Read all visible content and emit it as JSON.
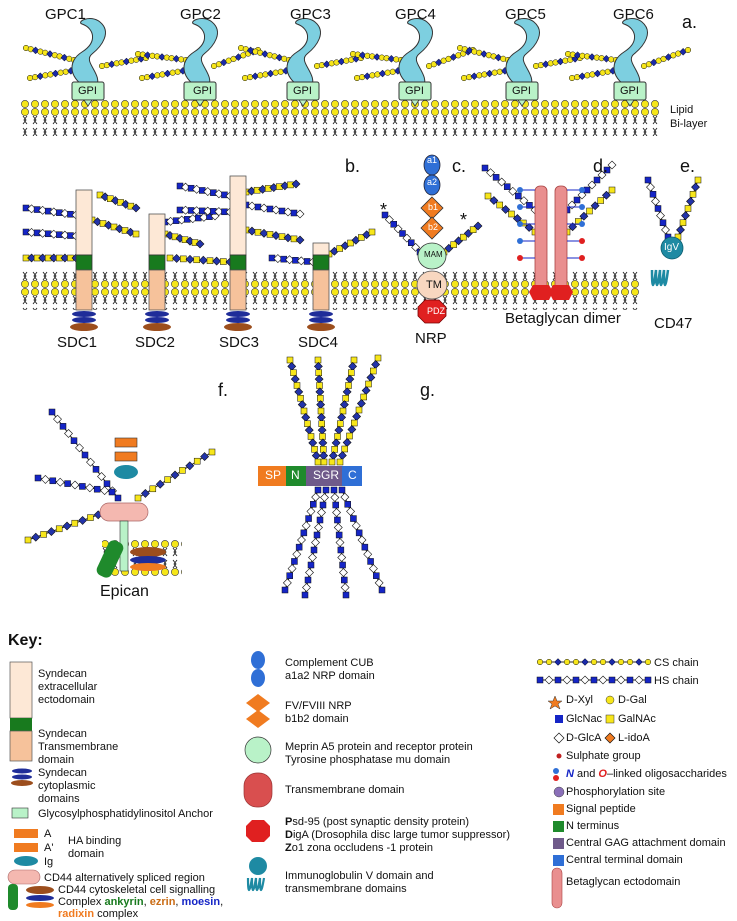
{
  "gpc_labels": [
    "GPC1",
    "GPC2",
    "GPC3",
    "GPC4",
    "GPC5",
    "GPC6"
  ],
  "gpi_label": "GPI",
  "panel_letters": {
    "a": "a.",
    "b": "b.",
    "c": "c.",
    "d": "d.",
    "e": "e.",
    "f": "f.",
    "g": "g."
  },
  "lipid_label": [
    "Lipid",
    "Bi-layer"
  ],
  "sdc_labels": [
    "SDC1",
    "SDC2",
    "SDC3",
    "SDC4"
  ],
  "nrp": {
    "name": "NRP",
    "a1": "a1",
    "a2": "a2",
    "b1": "b1",
    "b2": "b2",
    "mam": "MAM",
    "tm": "TM",
    "pdz": "PDZ",
    "asterisk": "*"
  },
  "betaglycan_label": "Betaglycan dimer",
  "cd47": {
    "name": "CD47",
    "igv": "IgV"
  },
  "epican_label": "Epican",
  "g_domains": {
    "sp": "SP",
    "n": "N",
    "sgr": "SGR",
    "c": "C"
  },
  "key": {
    "title": "Key:",
    "col1": {
      "syndecan_ecto": [
        "Syndecan",
        "extracellular",
        "ectodomain"
      ],
      "syndecan_tm": [
        "Syndecan",
        "Transmembrane",
        "domain"
      ],
      "syndecan_cyto": [
        "Syndecan",
        "cytoplasmic",
        "domains"
      ],
      "gpi": "Glycosylphosphatidylinositol Anchor",
      "ha_letters": [
        "A",
        "A'",
        "Ig"
      ],
      "ha": [
        "HA binding",
        "domain"
      ],
      "cd44_splice": "CD44 alternatively spliced region",
      "cd44_signal": "CD44 cytoskeletal cell signalling",
      "complex_prefix": "Complex ",
      "ankyrin": "ankyrin",
      "ezrin": "ezrin",
      "moesin": "moesin",
      "radixin": "radixin",
      "complex_suffix": " complex",
      "comma": ", "
    },
    "col2": {
      "cub": [
        "Complement CUB",
        "a1a2 NRP domain"
      ],
      "fv": [
        "FV/FVIII NRP",
        "b1b2 domain"
      ],
      "mam": [
        "Meprin A5 protein and receptor protein",
        "Tyrosine phosphatase mu domain"
      ],
      "tm": "Transmembrane domain",
      "pdz": [
        [
          "P",
          "sd-95 (post synaptic density protein)"
        ],
        [
          "D",
          "igA (Drosophila disc large tumor suppressor)"
        ],
        [
          "Z",
          "o1 zona occludens -1 protein"
        ]
      ],
      "igv": [
        "Immunoglobulin V domain and",
        "transmembrane domains"
      ]
    },
    "col3": {
      "cs": "CS chain",
      "hs": "HS chain",
      "dxyl": "D-Xyl",
      "dgal": "D-Gal",
      "glcnac": "GlcNac",
      "galnac": "GalNAc",
      "dglca": "D-GlcA",
      "lidoa": "L-idoA",
      "sulphate": "Sulphate group",
      "oligo_n": "N",
      "oligo_and": " and ",
      "oligo_o": "O",
      "oligo_rest": "–linked oligosaccharides",
      "phospho": "Phosphorylation site",
      "signal": "Signal peptide",
      "nterm": "N terminus",
      "sgr": "Central GAG attachment domain",
      "cterm": "Central terminal domain",
      "bg": "Betaglycan ectodomain"
    }
  },
  "colors": {
    "lipid_head": "#f5e619",
    "gpc": "#7dcfe0",
    "gpi": "#b9f2c8",
    "ecto": "#fde8d6",
    "tm_green": "#187a1e",
    "tm_peach": "#f6c29b",
    "cyto_blue": "#1f2d99",
    "cyto_brown": "#9c4e1d",
    "cs_yellow": "#f7e61a",
    "hs_blue": "#1525c6",
    "nrp_blue": "#2f6fd6",
    "nrp_orange": "#f07b20",
    "pdz_red": "#e02020",
    "igv": "#1e8aa3",
    "bg_pink": "#e98f8f",
    "sp": "#f07b20",
    "n_green": "#1f8a2c",
    "sgr": "#6f5a8a",
    "c_blue": "#2f6fd6"
  }
}
